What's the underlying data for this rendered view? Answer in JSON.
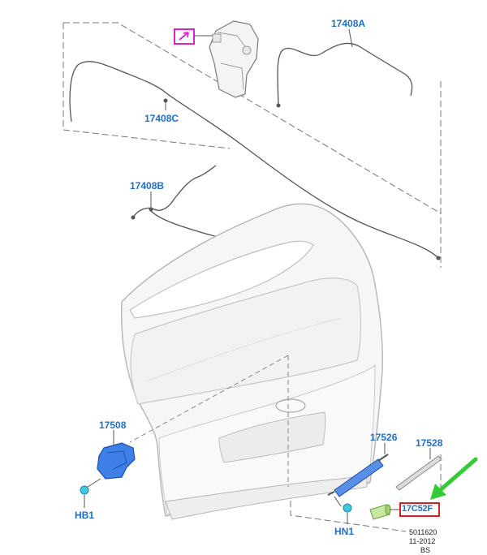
{
  "labels": {
    "part_17408A": "17408A",
    "part_17408B": "17408B",
    "part_17408C": "17408C",
    "part_17508": "17508",
    "part_17526": "17526",
    "part_17528": "17528",
    "part_17C52F": "17C52F",
    "part_HB1": "HB1",
    "part_HN1": "HN1"
  },
  "footer": {
    "ref_number": "5011620",
    "date": "11-2012",
    "code": "BS"
  },
  "colors": {
    "callout_text": "#1f6fd1",
    "part_highlight_blue": "#3f7fe8",
    "reservoir_marker": "#e020d0",
    "selected_box": "#e02020",
    "pointer_arrow": "#33cc33",
    "leader_lines": "#555555"
  }
}
